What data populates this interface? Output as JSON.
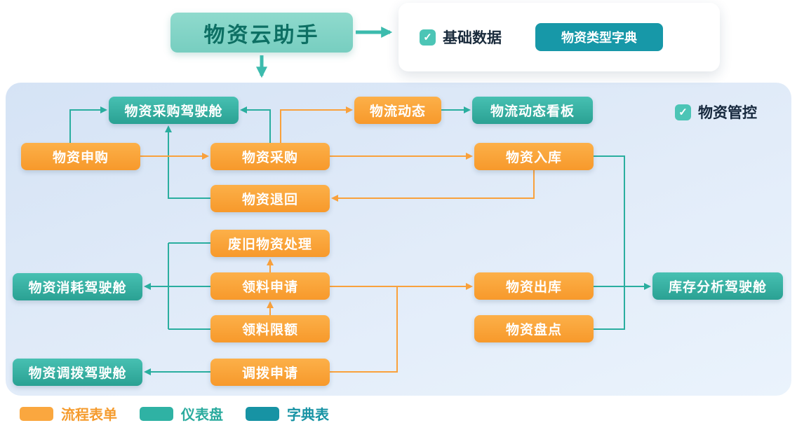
{
  "header": {
    "title": "物资云助手"
  },
  "base_data_card": {
    "label": "基础数据",
    "chip": "物资类型字典"
  },
  "panel": {
    "label": "物资管控"
  },
  "nodes": {
    "procurement_cockpit": "物资采购驾驶舱",
    "logistics_dynamic": "物流动态",
    "logistics_board": "物流动态看板",
    "apply_purchase": "物资申购",
    "purchase": "物资采购",
    "inbound": "物资入库",
    "material_return": "物资退回",
    "waste_disposal": "废旧物资处理",
    "consume_cockpit": "物资消耗驾驶舱",
    "material_request": "领料申请",
    "outbound": "物资出库",
    "inventory_cockpit": "库存分析驾驶舱",
    "request_limit": "领料限额",
    "stocktake": "物资盘点",
    "transfer_cockpit": "物资调拨驾驶舱",
    "transfer_request": "调拨申请"
  },
  "legend": {
    "items": [
      {
        "label": "流程表单",
        "color": "#FAA73F"
      },
      {
        "label": "仪表盘",
        "color": "#2FB2A4"
      },
      {
        "label": "字典表",
        "color": "#1793A4"
      }
    ]
  },
  "colors": {
    "orange_node": "#F7992B",
    "teal_node": "#2AA193",
    "dark_teal_chip": "#1798A8",
    "title_box": "#77CEC0",
    "panel_bg": "#DCE8F7",
    "orange_wire": "#F9A13C",
    "teal_wire": "#2AAE9F"
  }
}
